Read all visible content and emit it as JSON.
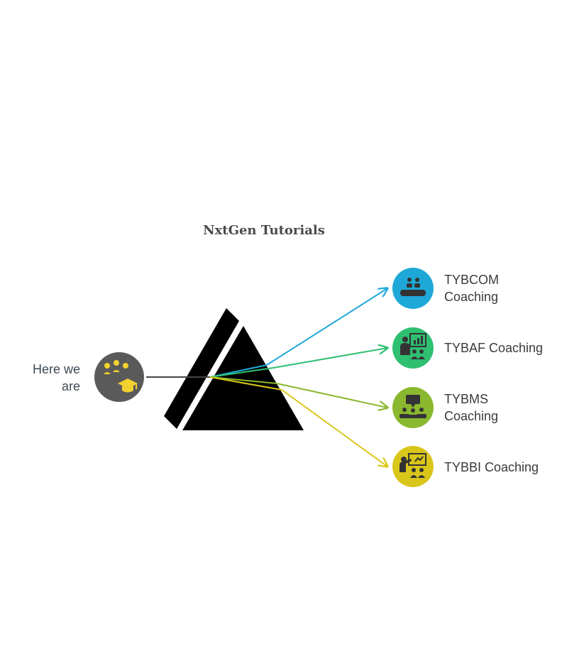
{
  "title": "NxtGen Tutorials",
  "source": {
    "label_line1": "Here we",
    "label_line2": "are",
    "icon": "students-graduation-icon",
    "color": "#5a5a5a",
    "icon_color": "#f2d22e"
  },
  "items": [
    {
      "line1": "TYBCOM",
      "line2": "Coaching",
      "color": "#1ea8d8",
      "icon": "seminar-audience-icon"
    },
    {
      "line1": "TYBAF Coaching",
      "line2": "",
      "color": "#2fbf71",
      "icon": "presenter-chart-icon"
    },
    {
      "line1": "TYBMS",
      "line2": "Coaching",
      "color": "#8ab82e",
      "icon": "group-discussion-icon"
    },
    {
      "line1": "TYBBI Coaching",
      "line2": "",
      "color": "#d9c61a",
      "icon": "teacher-board-icon"
    }
  ]
}
